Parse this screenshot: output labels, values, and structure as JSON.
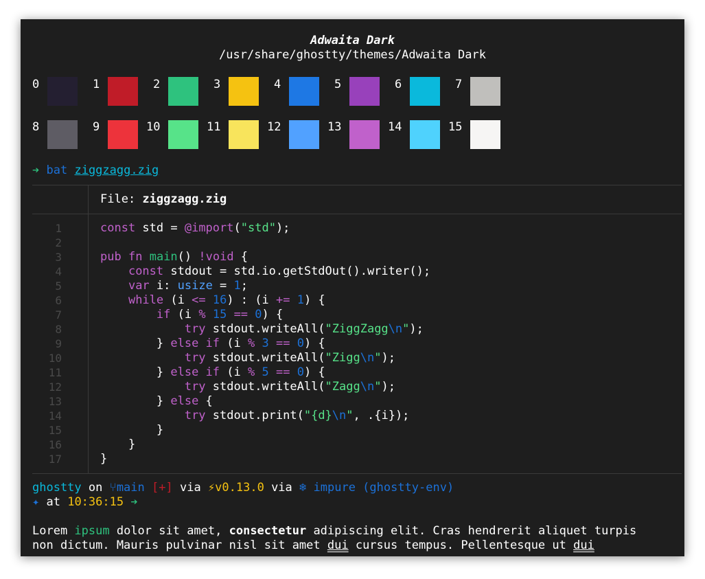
{
  "theme": {
    "name": "Adwaita Dark",
    "path": "/usr/share/ghostty/themes/Adwaita Dark"
  },
  "palette": [
    {
      "index": "0",
      "color": "#241f31"
    },
    {
      "index": "1",
      "color": "#c01c28"
    },
    {
      "index": "2",
      "color": "#2ec27e"
    },
    {
      "index": "3",
      "color": "#f5c211"
    },
    {
      "index": "4",
      "color": "#1e78e4"
    },
    {
      "index": "5",
      "color": "#9841bb"
    },
    {
      "index": "6",
      "color": "#0ab9dc"
    },
    {
      "index": "7",
      "color": "#c0bfbc"
    },
    {
      "index": "8",
      "color": "#5e5c64"
    },
    {
      "index": "9",
      "color": "#ed333b"
    },
    {
      "index": "10",
      "color": "#57e389"
    },
    {
      "index": "11",
      "color": "#f8e45c"
    },
    {
      "index": "12",
      "color": "#51a1ff"
    },
    {
      "index": "13",
      "color": "#c061cb"
    },
    {
      "index": "14",
      "color": "#4fd2fd"
    },
    {
      "index": "15",
      "color": "#f6f5f4"
    }
  ],
  "command": {
    "arrow": "➔",
    "program": "bat",
    "file": "ziggzagg.zig"
  },
  "bat_header": {
    "label": "File: ",
    "filename": "ziggzagg.zig"
  },
  "line_numbers": [
    "1",
    "2",
    "3",
    "4",
    "5",
    "6",
    "7",
    "8",
    "9",
    "10",
    "11",
    "12",
    "13",
    "14",
    "15",
    "16",
    "17"
  ],
  "code_tokens": [
    {
      "t": "const",
      "c": "kw"
    },
    {
      "t": " std = "
    },
    {
      "t": "@import",
      "c": "kw"
    },
    {
      "t": "(\""
    },
    {
      "t": "std",
      "c": "str"
    },
    {
      "t": "\");"
    }
  ],
  "prompt": {
    "dir": "ghostty",
    "on": " on ",
    "branch_icon": "⑂",
    "branch": "main",
    "status": "[+]",
    "via1": " via ",
    "zig_icon": "⚡",
    "zig_version": "v0.13.0",
    "via2": " via ",
    "nix_icon": "❄",
    "nix": "impure (ghostty-env)",
    "star": "✦",
    "at": " at ",
    "time": "10:36:15",
    "arrow": "➔"
  },
  "lorem": {
    "w1": "Lorem ",
    "w2": "ipsum",
    "w3": " dolor sit amet, ",
    "w4": "consectetur",
    "w5": " adipiscing elit. Cras hendrerit aliquet turpis",
    "l2a": "non dictum. Mauris pulvinar nisl sit amet ",
    "l2b": "dui",
    "l2c": " cursus tempus. Pellentesque ut ",
    "l2d": "dui"
  }
}
